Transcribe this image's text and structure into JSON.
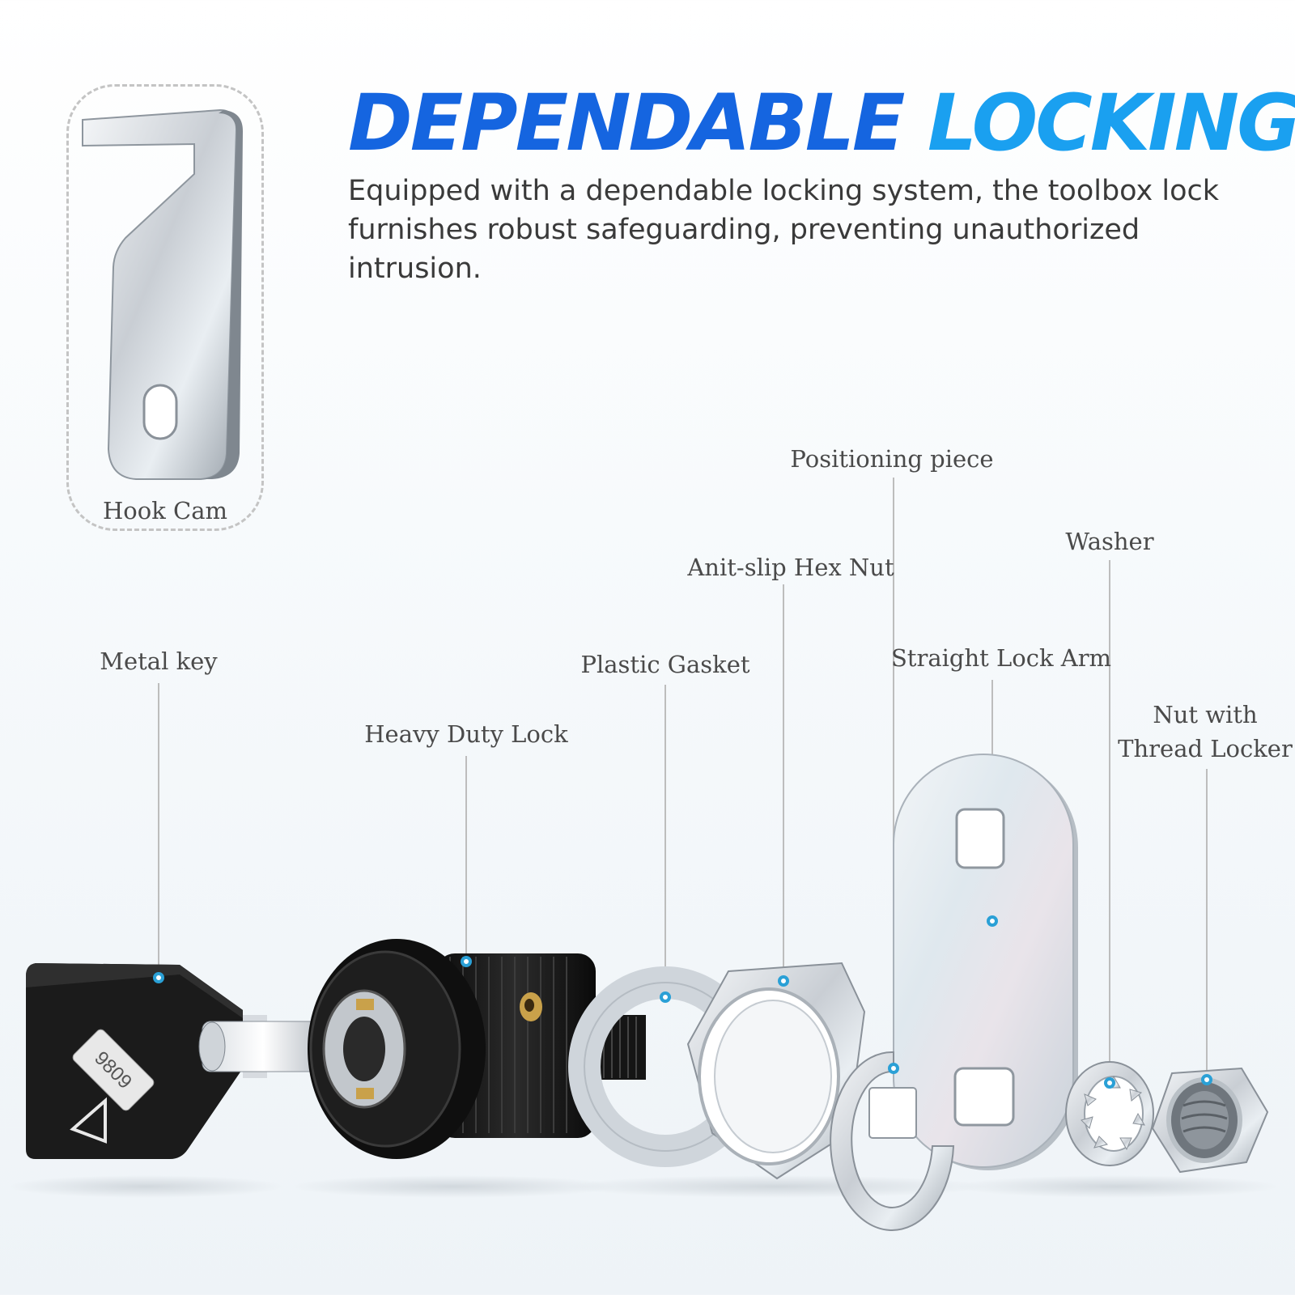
{
  "header": {
    "title_word1": "DEPENDABLE",
    "title_word2": "LOCKING",
    "description": "Equipped with a dependable locking system, the toolbox lock furnishes robust safeguarding, preventing unauthorized intrusion."
  },
  "colors": {
    "title_dark_blue": "#1565e0",
    "title_light_blue": "#1aa0f0",
    "callout_dot": "#2aa0d6"
  },
  "parts": {
    "hook_cam": "Hook Cam",
    "metal_key": "Metal key",
    "heavy_duty_lock": "Heavy Duty Lock",
    "plastic_gasket": "Plastic Gasket",
    "hex_nut": "Anit-slip Hex Nut",
    "positioning_piece": "Positioning piece",
    "straight_lock_arm": "Straight Lock Arm",
    "washer": "Washer",
    "nut_line1": "Nut with",
    "nut_line2": "Thread Locker"
  },
  "key_stamp": "9809"
}
